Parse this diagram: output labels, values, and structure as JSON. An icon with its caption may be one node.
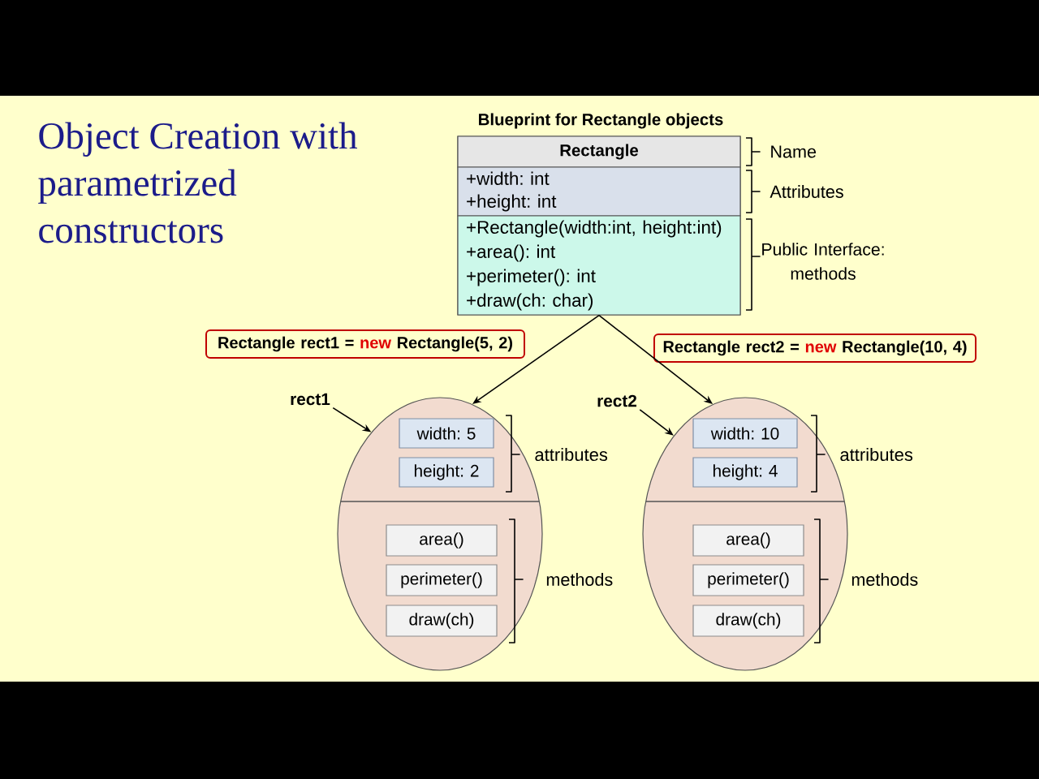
{
  "diagram": {
    "title": "Object Creation with parametrized constructors",
    "nodes": [
      {
        "text": [
          "Blueprint for Rectangle objects"
        ]
      },
      {
        "text": [
          "Rectangle"
        ],
        "in": 0
      },
      {
        "text": [
          "+width: int",
          "+height: int"
        ],
        "in": 0
      },
      {
        "text": [
          "+Rectangle(width:int, height:int)",
          "+area(): int",
          "+perimeter(): int",
          "+draw(ch: char)"
        ],
        "in": 0
      },
      {
        "text": [
          "Rectangle rect1 = **new** Rectangle(5, 2)"
        ]
      },
      {
        "text": [
          "Rectangle rect2 = **new** Rectangle(10, 4)"
        ]
      },
      {
        "text": [
          "rect1"
        ]
      },
      {
        "text": [
          "rect2"
        ]
      },
      {
        "text": [],
        "shape": "ellipse"
      },
      {
        "text": [
          "width: 5"
        ],
        "in": 8
      },
      {
        "text": [
          "height: 2"
        ],
        "in": 8
      },
      {
        "text": [
          "area()"
        ],
        "in": 8
      },
      {
        "text": [
          "perimeter()"
        ],
        "in": 8
      },
      {
        "text": [
          "draw(ch)"
        ],
        "in": 8
      },
      {
        "text": [],
        "shape": "ellipse"
      },
      {
        "text": [
          "width: 10"
        ],
        "in": 14
      },
      {
        "text": [
          "height: 4"
        ],
        "in": 14
      },
      {
        "text": [
          "area()"
        ],
        "in": 14
      },
      {
        "text": [
          "perimeter()"
        ],
        "in": 14
      },
      {
        "text": [
          "draw(ch)"
        ],
        "in": 14
      }
    ],
    "edges": [
      {
        "from": 0,
        "to": 8,
        "arrow": "to"
      },
      {
        "from": 0,
        "to": 14,
        "arrow": "to"
      },
      {
        "from": 6,
        "to": 8,
        "arrow": "to"
      },
      {
        "from": 7,
        "to": 14,
        "arrow": "to"
      }
    ],
    "labels": [
      "Name",
      "Attributes",
      "Public Interface: methods",
      "attributes",
      "attributes",
      "methods",
      "methods"
    ]
  }
}
